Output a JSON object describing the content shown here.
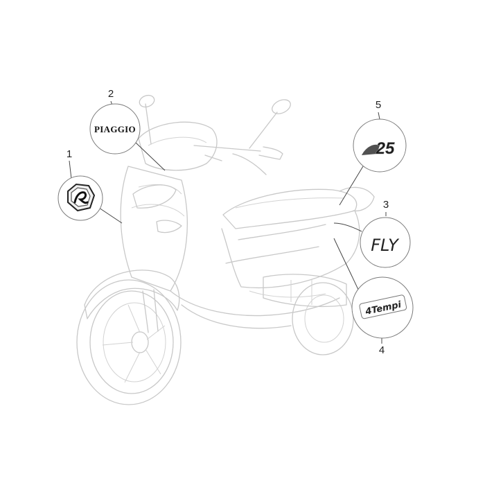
{
  "diagram": {
    "callouts": [
      {
        "number": "1",
        "part": "emblem"
      },
      {
        "number": "2",
        "part": "logo"
      },
      {
        "number": "3",
        "part": "model-badge"
      },
      {
        "number": "4",
        "part": "side-badge"
      },
      {
        "number": "5",
        "part": "displacement-badge"
      }
    ],
    "badges": {
      "logo_text": "PIAGGIO",
      "model_text": "FLY",
      "displacement_text": "25",
      "side_text": "4Tempi"
    }
  }
}
